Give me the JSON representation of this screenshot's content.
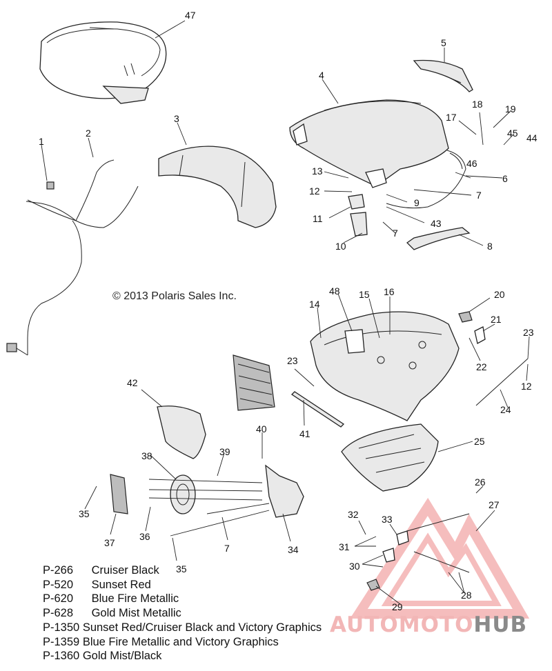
{
  "copyright": "© 2013 Polaris Sales Inc.",
  "part_labels": [
    "1",
    "2",
    "3",
    "4",
    "5",
    "6",
    "7",
    "8",
    "9",
    "10",
    "11",
    "12",
    "13",
    "14",
    "15",
    "16",
    "17",
    "18",
    "19",
    "20",
    "21",
    "22",
    "23",
    "24",
    "25",
    "26",
    "27",
    "28",
    "29",
    "30",
    "31",
    "32",
    "33",
    "34",
    "35",
    "36",
    "37",
    "38",
    "39",
    "40",
    "41",
    "42",
    "43",
    "44",
    "45",
    "46",
    "47",
    "48"
  ],
  "extra_labels": {
    "label_7b": "7",
    "label_7c": "7",
    "label_12b": "12",
    "label_23b": "23",
    "label_35b": "35"
  },
  "color_codes": [
    {
      "code": "P-266",
      "name": "Cruiser Black"
    },
    {
      "code": "P-520",
      "name": "Sunset Red"
    },
    {
      "code": "P-620",
      "name": "Blue Fire Metallic"
    },
    {
      "code": "P-628",
      "name": "Gold Mist Metallic"
    },
    {
      "code": "P-1350",
      "name": "Sunset Red/Cruiser Black and Victory Graphics"
    },
    {
      "code": "P-1359",
      "name": "Blue Fire Metallic and Victory Graphics"
    },
    {
      "code": "P-1360",
      "name": "Gold Mist/Black"
    }
  ],
  "watermark": {
    "part1": "AUTO",
    "part2": "MOTO",
    "part3": "HUB",
    "color_light": "#f2b6b6",
    "color_dark": "#8a8a8a"
  }
}
